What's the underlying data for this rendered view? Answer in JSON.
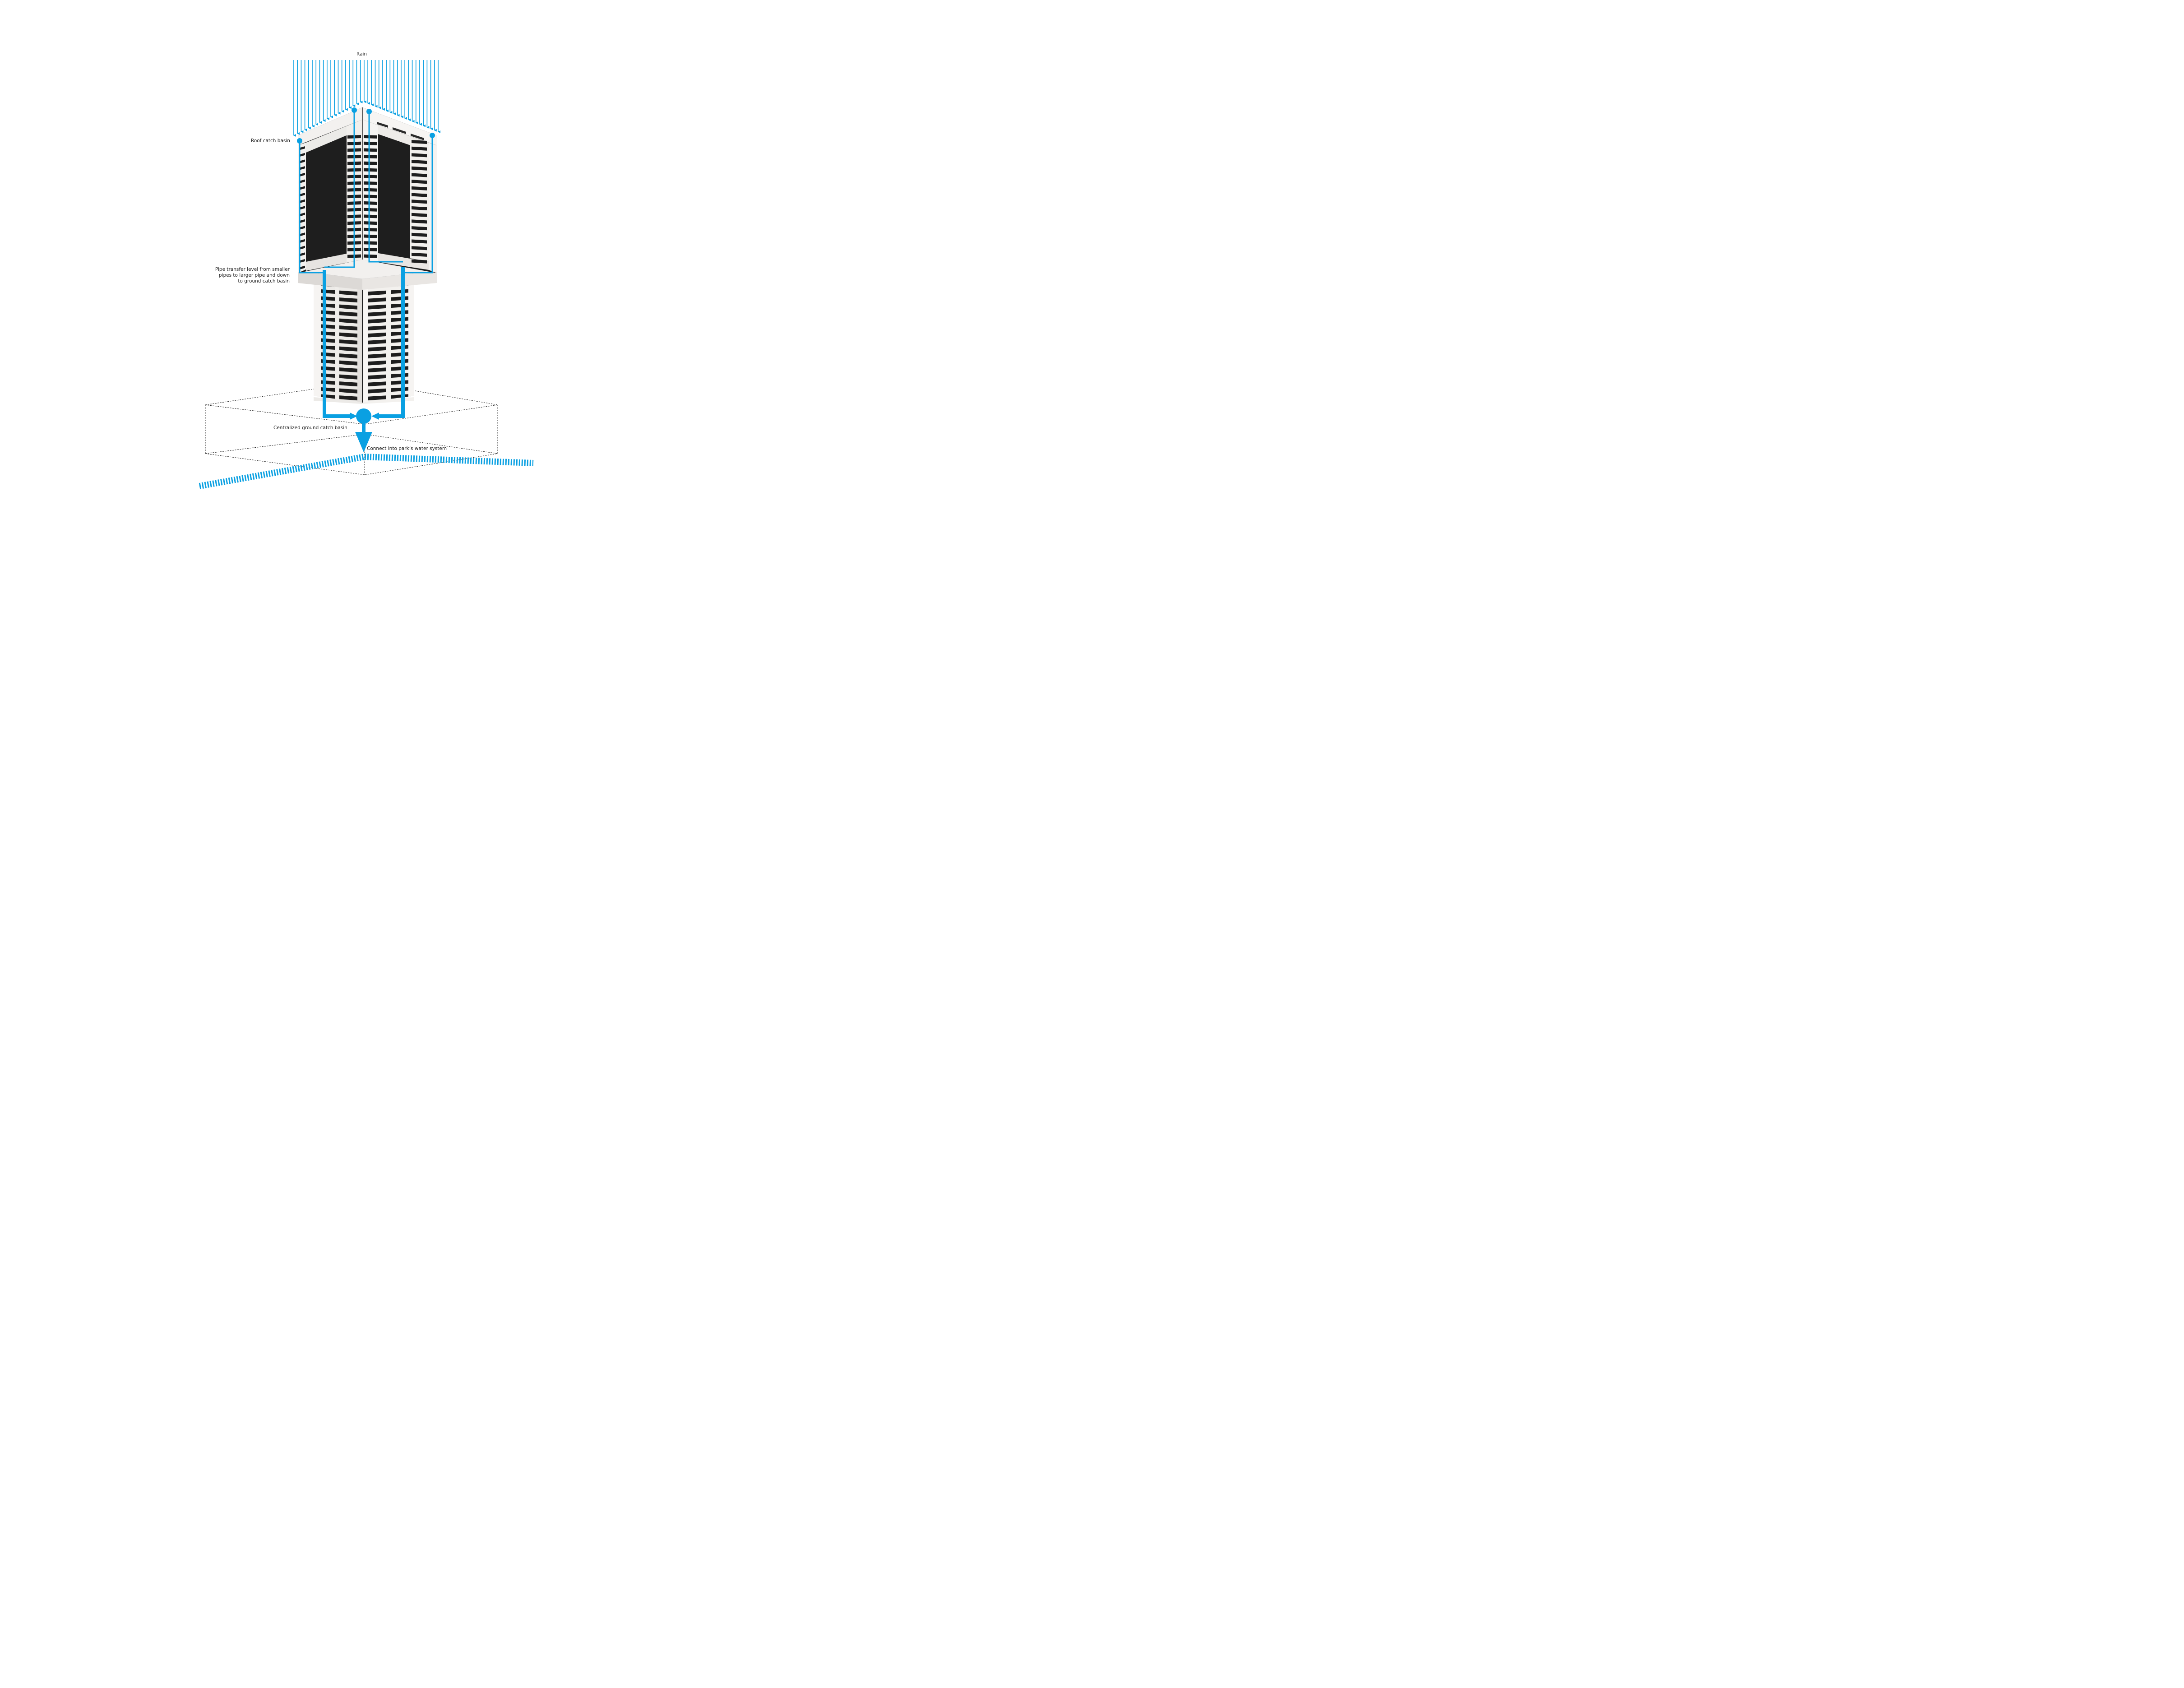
{
  "labels": {
    "rain": "Rain",
    "roof_catch_basin": "Roof catch basin",
    "pipe_transfer_line1": "Pipe transfer level from smaller",
    "pipe_transfer_line2": "pipes to larger pipe and down",
    "pipe_transfer_line3": "to ground catch basin",
    "ground_catch_basin": "Centralized ground catch basin",
    "park_water_system": "Connect into park’s water system"
  },
  "colors": {
    "water": "#0aa0e2",
    "tower_face_light": "#f4f2f0",
    "tower_face_mid": "#e4e1de",
    "tower_face_shade": "#cfcbc8",
    "window_dark": "#1e1e1e",
    "outline": "#333333"
  },
  "rain_arrow_count": 40
}
